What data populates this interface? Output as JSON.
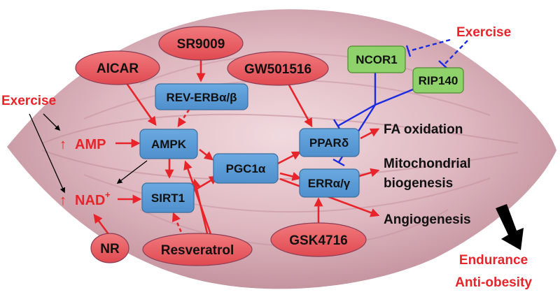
{
  "colors": {
    "drug_fill": "#ec5a5e",
    "drug_stroke": "#8a3d55",
    "box_fill": "#5b9bd5",
    "box_stroke": "#3d6f9e",
    "green_fill": "#8fd16a",
    "green_stroke": "#4d8a2e",
    "red_arrow": "#e8242a",
    "blue_inhibit": "#1a2be0",
    "black": "#000000"
  },
  "drugs": {
    "sr9009": "SR9009",
    "aicar": "AICAR",
    "gw501516": "GW501516",
    "gsk4716": "GSK4716",
    "nr": "NR",
    "resveratrol": "Resveratrol"
  },
  "boxes": {
    "rev_erb": "REV-ERBα/β",
    "ampk": "AMPK",
    "pgc1a": "PGC1α",
    "sirt1": "SIRT1",
    "ppard": "PPARδ",
    "erra": "ERRα/γ"
  },
  "corepressors": {
    "ncor1": "NCOR1",
    "rip140": "RIP140"
  },
  "signals": {
    "exercise_left": "Exercise",
    "exercise_right": "Exercise",
    "amp_arrow": "↑",
    "amp": "AMP",
    "nad_arrow": "↑",
    "nad": "NAD",
    "nad_sup": "+"
  },
  "outcomes": {
    "fa_oxidation": "FA oxidation",
    "mito_line1": "Mitochondrial",
    "mito_line2": "biogenesis",
    "angiogenesis": "Angiogenesis",
    "endurance": "Endurance",
    "anti_obesity": "Anti-obesity"
  }
}
